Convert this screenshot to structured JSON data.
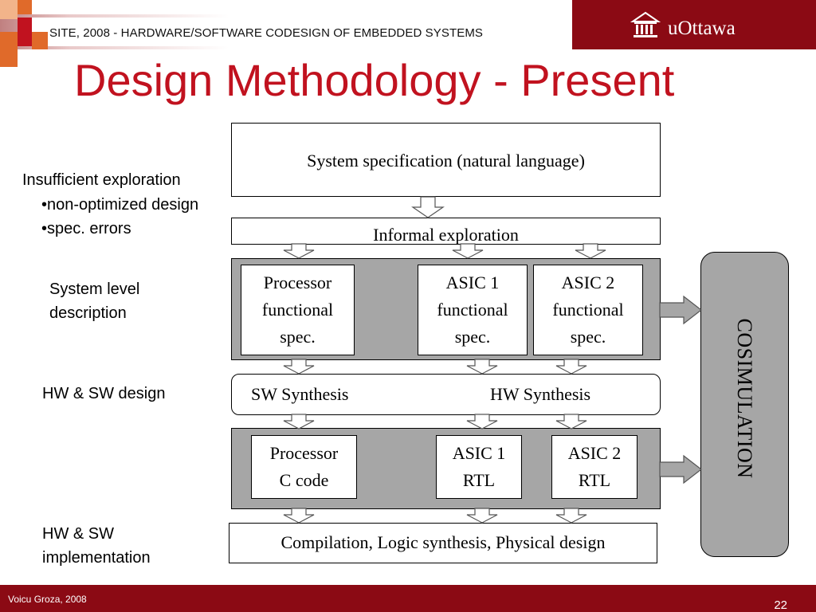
{
  "header": {
    "course": "SITE, 2008 - HARDWARE/SOFTWARE CODESIGN OF EMBEDDED SYSTEMS",
    "logo_text": "uOttawa",
    "logo_icon": "university-building-icon"
  },
  "slide": {
    "title": "Design Methodology - Present"
  },
  "annotations": {
    "insufficient": "Insufficient exploration",
    "non_optimized": "•non-optimized design",
    "spec_errors": "•spec. errors",
    "system_level_1": "System level",
    "system_level_2": "description",
    "hw_sw_design": "HW & SW design",
    "hw_sw_impl_1": "HW & SW",
    "hw_sw_impl_2": "implementation"
  },
  "diagram": {
    "system_spec": "System specification (natural language)",
    "informal": "Informal exploration",
    "functional": {
      "processor": [
        "Processor",
        "functional",
        "spec."
      ],
      "asic1": [
        "ASIC 1",
        "functional",
        "spec."
      ],
      "asic2": [
        "ASIC 2",
        "functional",
        "spec."
      ]
    },
    "sw_synthesis": "SW Synthesis",
    "hw_synthesis": "HW Synthesis",
    "rtl": {
      "processor": [
        "Processor",
        "C code"
      ],
      "asic1": [
        "ASIC 1",
        "RTL"
      ],
      "asic2": [
        "ASIC 2",
        "RTL"
      ]
    },
    "compilation": "Compilation, Logic synthesis, Physical design",
    "cosimulation": "COSIMULATION"
  },
  "footer": {
    "author": "Voicu Groza, 2008",
    "page": "22"
  }
}
